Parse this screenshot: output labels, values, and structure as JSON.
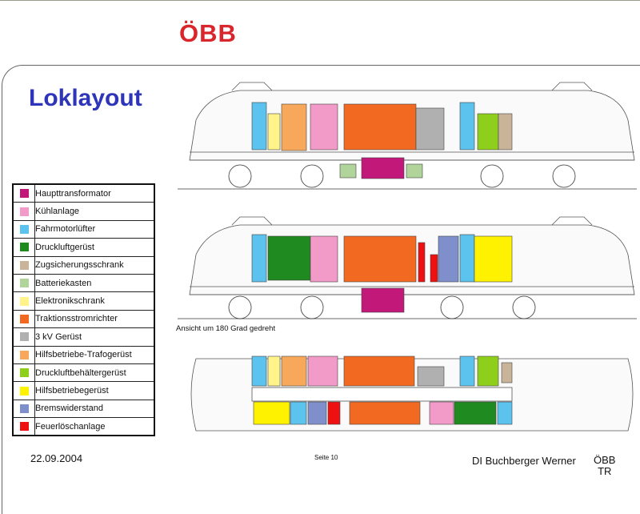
{
  "header": {
    "logo_text": "ÖBB",
    "title": "Loklayout"
  },
  "legend": [
    {
      "label": "Haupttransformator",
      "color": "#c2187a"
    },
    {
      "label": "Kühlanlage",
      "color": "#f29ac8"
    },
    {
      "label": "Fahrmotorlüfter",
      "color": "#5cc3ee"
    },
    {
      "label": "Druckluftgerüst",
      "color": "#1f8a1f"
    },
    {
      "label": "Zugsicherungsschrank",
      "color": "#c9b49a"
    },
    {
      "label": "Batteriekasten",
      "color": "#b0d49a"
    },
    {
      "label": "Elektronikschrank",
      "color": "#fff38a"
    },
    {
      "label": "Traktionsstromrichter",
      "color": "#f26a22"
    },
    {
      "label": "3 kV Gerüst",
      "color": "#b0b0b0"
    },
    {
      "label": "Hilfsbetriebe-Trafogerüst",
      "color": "#f7a85a"
    },
    {
      "label": "Druckluftbehältergerüst",
      "color": "#8ecf1c"
    },
    {
      "label": "Hilfsbetriebegerüst",
      "color": "#fff200"
    },
    {
      "label": "Bremswiderstand",
      "color": "#7f8fcc"
    },
    {
      "label": "Feuerlöschanlage",
      "color": "#ee1111"
    }
  ],
  "diagram": {
    "caption": "Ansicht um 180 Grad gedreht"
  },
  "footer": {
    "date": "22.09.2004",
    "page": "Seite 10",
    "author": "DI Buchberger Werner",
    "org_line1": "ÖBB",
    "org_line2": "TR"
  }
}
